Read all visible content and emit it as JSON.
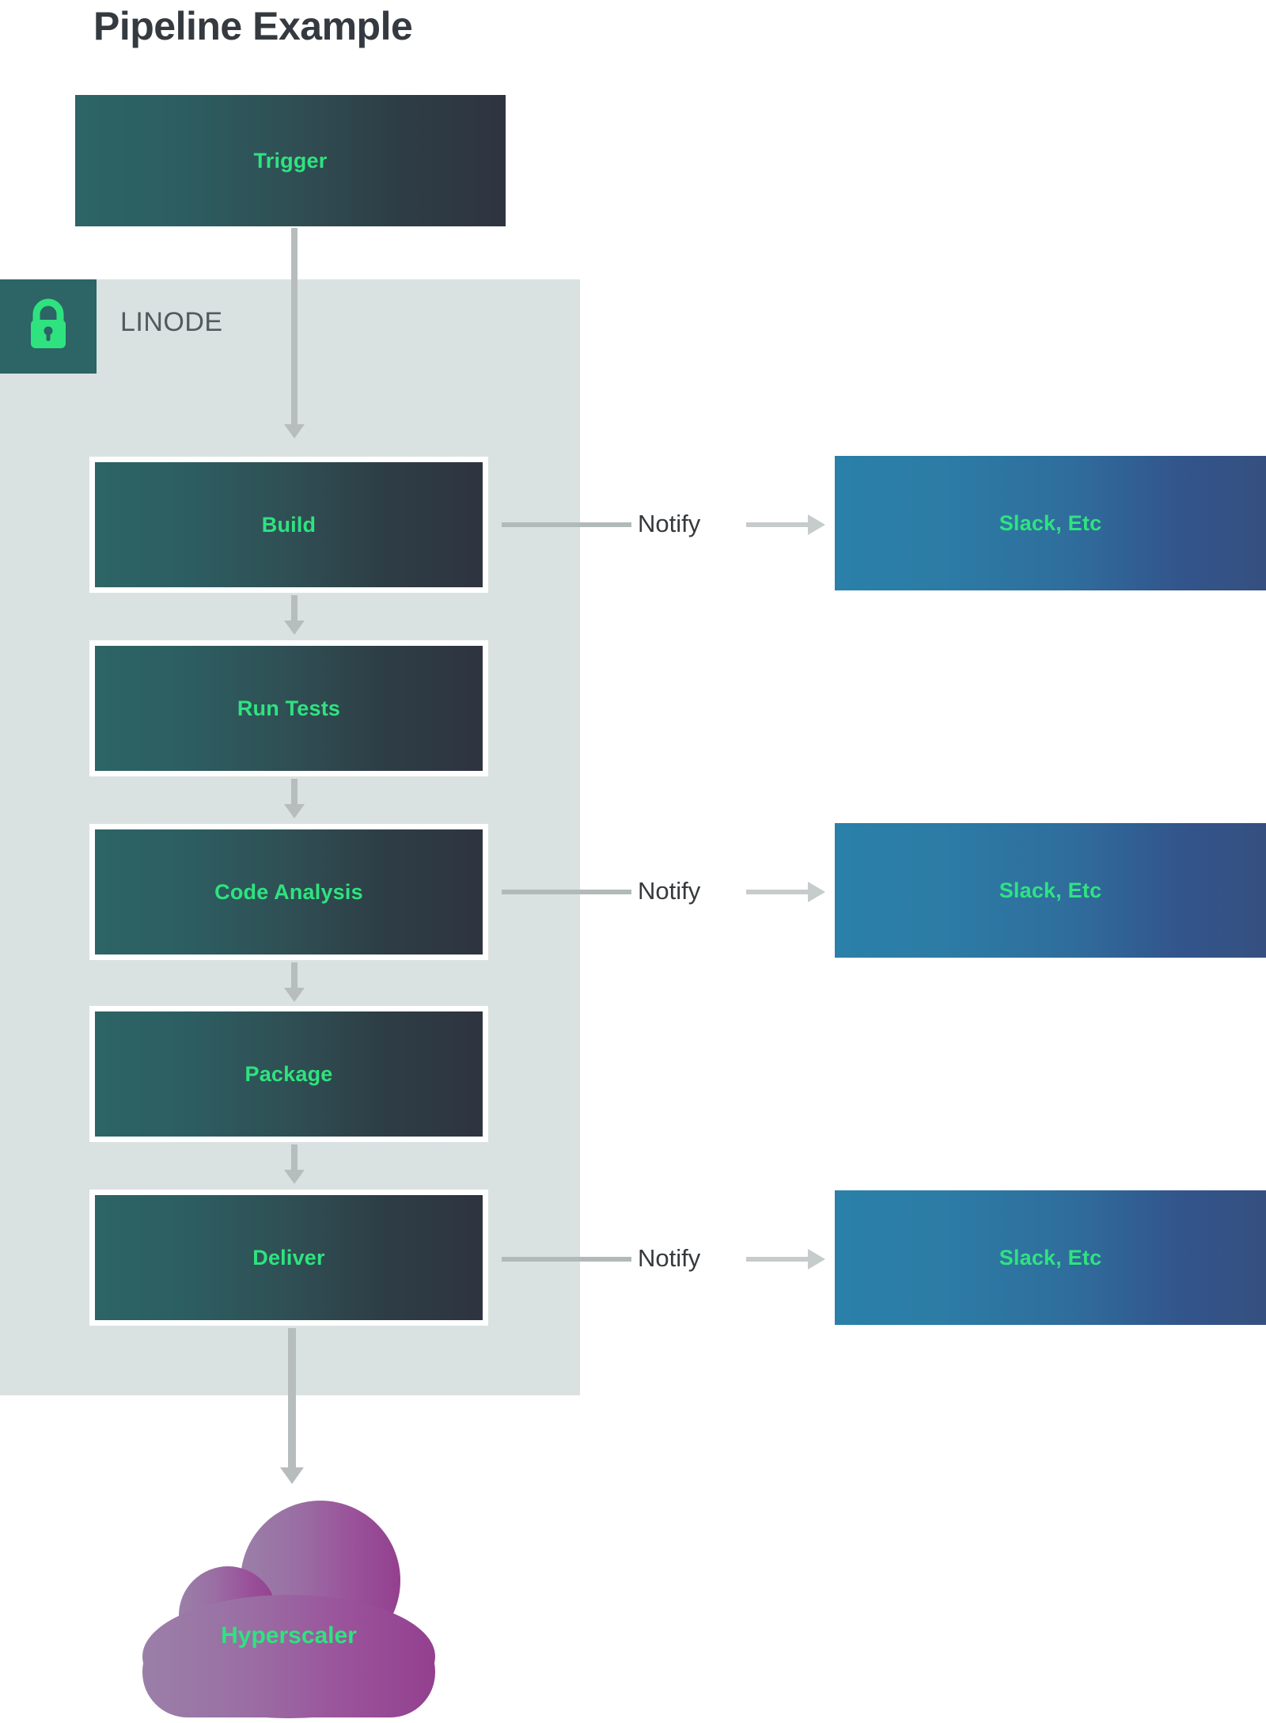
{
  "page": {
    "title": "Pipeline Example",
    "background": "#ffffff"
  },
  "container": {
    "label": "LINODE",
    "icon": "lock-icon",
    "panel_color": "#d9e2e1",
    "badge_color": "#2d6465",
    "icon_color": "#2ee37f"
  },
  "colors": {
    "stage_gradient_start": "#2d6465",
    "stage_gradient_end": "#2e3440",
    "stage_text": "#2ee37f",
    "notify_target_gradient_start": "#2a80a8",
    "notify_target_gradient_end": "#35507f",
    "cloud_gradient_start": "#9b7fa8",
    "cloud_gradient_end": "#93408e",
    "arrow": "#b7bdbd",
    "title_text": "#343a40",
    "label_text": "#55595c"
  },
  "nodes": {
    "trigger": {
      "label": "Trigger"
    },
    "stages": [
      {
        "label": "Build"
      },
      {
        "label": "Run Tests"
      },
      {
        "label": "Code Analysis"
      },
      {
        "label": "Package"
      },
      {
        "label": "Deliver"
      }
    ],
    "cloud": {
      "label": "Hyperscaler"
    }
  },
  "notifications": [
    {
      "label": "Notify",
      "target": "Slack, Etc"
    },
    {
      "label": "Notify",
      "target": "Slack, Etc"
    },
    {
      "label": "Notify",
      "target": "Slack, Etc"
    }
  ],
  "chart_data": {
    "type": "diagram",
    "title": "Pipeline Example",
    "nodes": [
      {
        "id": "trigger",
        "label": "Trigger",
        "group": null
      },
      {
        "id": "build",
        "label": "Build",
        "group": "LINODE"
      },
      {
        "id": "run_tests",
        "label": "Run Tests",
        "group": "LINODE"
      },
      {
        "id": "code_analysis",
        "label": "Code Analysis",
        "group": "LINODE"
      },
      {
        "id": "package",
        "label": "Package",
        "group": "LINODE"
      },
      {
        "id": "deliver",
        "label": "Deliver",
        "group": "LINODE"
      },
      {
        "id": "slack1",
        "label": "Slack, Etc",
        "group": null
      },
      {
        "id": "slack2",
        "label": "Slack, Etc",
        "group": null
      },
      {
        "id": "slack3",
        "label": "Slack, Etc",
        "group": null
      },
      {
        "id": "hyperscaler",
        "label": "Hyperscaler",
        "group": null
      }
    ],
    "edges": [
      {
        "from": "trigger",
        "to": "build",
        "label": ""
      },
      {
        "from": "build",
        "to": "run_tests",
        "label": ""
      },
      {
        "from": "run_tests",
        "to": "code_analysis",
        "label": ""
      },
      {
        "from": "code_analysis",
        "to": "package",
        "label": ""
      },
      {
        "from": "package",
        "to": "deliver",
        "label": ""
      },
      {
        "from": "build",
        "to": "slack1",
        "label": "Notify"
      },
      {
        "from": "code_analysis",
        "to": "slack2",
        "label": "Notify"
      },
      {
        "from": "deliver",
        "to": "slack3",
        "label": "Notify"
      },
      {
        "from": "deliver",
        "to": "hyperscaler",
        "label": ""
      }
    ]
  }
}
